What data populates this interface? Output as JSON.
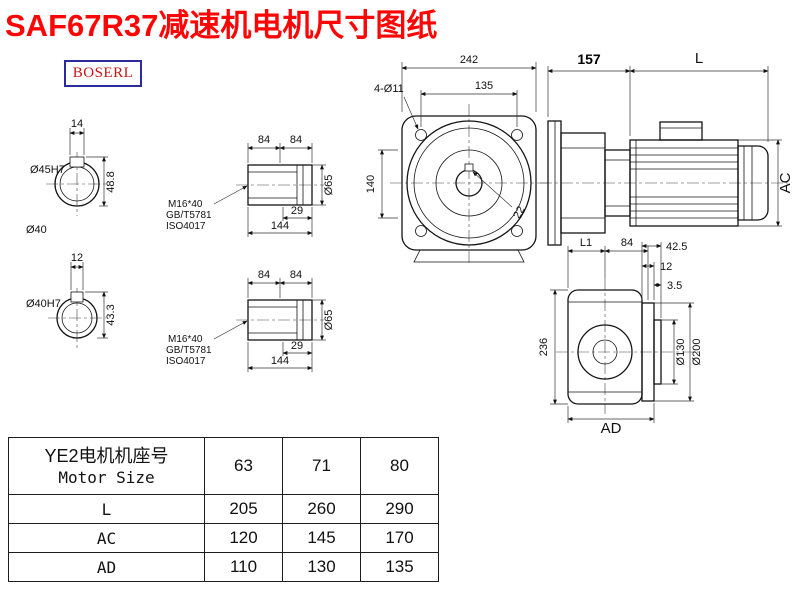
{
  "page": {
    "title": "SAF67R37减速机电机尺寸图纸",
    "logo": "BOSERL"
  },
  "dims": {
    "bore45": {
      "key_width": "14",
      "bore": "Ø45H7",
      "key_height": "48.8",
      "shaft_od": "Ø40"
    },
    "bore40": {
      "key_width": "12",
      "bore": "Ø40H7",
      "key_height": "43.3"
    },
    "shaft_top": {
      "len_a": "84",
      "len_b": "84",
      "screw": "M16*40",
      "screw_std1": "GB/T5781",
      "screw_std2": "ISO4017",
      "bore_depth": "29",
      "total_len": "144",
      "od": "Ø65"
    },
    "shaft_bottom": {
      "len_a": "84",
      "len_b": "84",
      "screw": "M16*40",
      "screw_std1": "GB/T5781",
      "screw_std2": "ISO4017",
      "bore_depth": "29",
      "total_len": "144",
      "od": "Ø65"
    },
    "front": {
      "overall_width": "242",
      "bolt_holes": "4-Ø11",
      "hole_pitch": "135",
      "center_height": "140",
      "keyway": "22"
    },
    "side": {
      "gearbox_len": "157",
      "motor_len": "L",
      "motor_od": "AC"
    },
    "output": {
      "l1": "L1",
      "len": "84",
      "flange_total": "42.5",
      "flange_thk": "12",
      "spigot_thk": "3.5",
      "housing_height": "236",
      "spigot_dia": "Ø130",
      "flange_dia": "Ø200",
      "width": "AD"
    }
  },
  "table": {
    "header_cn": "YE2电机机座号",
    "header_en": "Motor Size",
    "sizes": [
      "63",
      "71",
      "80"
    ],
    "rows": [
      {
        "label": "L",
        "values": [
          "205",
          "260",
          "290"
        ]
      },
      {
        "label": "AC",
        "values": [
          "120",
          "145",
          "170"
        ]
      },
      {
        "label": "AD",
        "values": [
          "110",
          "130",
          "135"
        ]
      }
    ]
  }
}
